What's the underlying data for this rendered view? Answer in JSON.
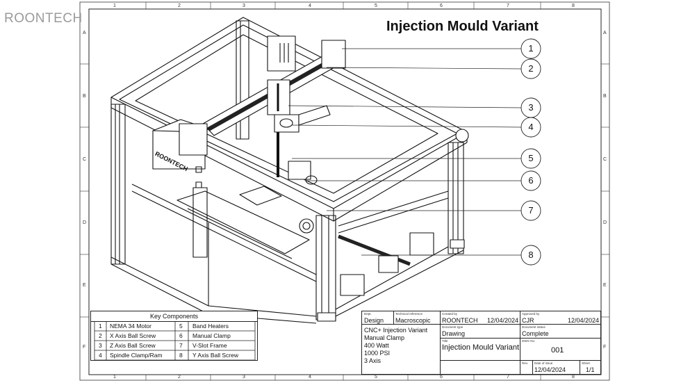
{
  "brand": {
    "logo_text": "ROONTECH"
  },
  "drawing": {
    "title": "Injection Mould Variant",
    "frame_marking_text": "ROONTECH",
    "column_numbers": [
      "1",
      "2",
      "3",
      "4",
      "5",
      "6",
      "7",
      "8"
    ],
    "row_letters": [
      "A",
      "B",
      "C",
      "D",
      "E",
      "F"
    ]
  },
  "balloons": [
    "1",
    "2",
    "3",
    "4",
    "5",
    "6",
    "7",
    "8"
  ],
  "key_components": {
    "heading": "Key Components",
    "rows": [
      {
        "n1": "1",
        "c1": "NEMA 34 Motor",
        "n2": "5",
        "c2": "Band Heaters"
      },
      {
        "n1": "2",
        "c1": "X Axis Ball Screw",
        "n2": "6",
        "c2": "Manual Clamp"
      },
      {
        "n1": "3",
        "c1": "Z Axis Ball Screw",
        "n2": "7",
        "c2": "V-Slot Frame"
      },
      {
        "n1": "4",
        "c1": "Spindle Clamp/Ram",
        "n2": "8",
        "c2": "Y Axis Ball Screw"
      }
    ]
  },
  "title_block": {
    "dept_label": "Dept.",
    "dept_value": "Design",
    "techref_label": "Technical reference",
    "techref_value": "Macroscopic",
    "created_label": "Created by",
    "created_value": "ROONTECH",
    "created_date": "12/04/2024",
    "approved_label": "Approved by",
    "approved_value": "CJR",
    "approved_date": "12/04/2024",
    "description_lines": [
      "CNC+ Injection Variant",
      "Manual Clamp",
      "400 Watt",
      "1000 PSI",
      "3 Axis"
    ],
    "doctype_label": "Document type",
    "doctype_value": "Drawing",
    "docstatus_label": "Document status",
    "docstatus_value": "Complete",
    "title_label": "Title",
    "title_value": "Injection Mould Variant",
    "dwgno_label": "DWG No.",
    "dwgno_value": "001",
    "rev_label": "Rev.",
    "issue_label": "Date of issue",
    "issue_value": "12/04/2024",
    "sheet_label": "Sheet",
    "sheet_value": "1/1"
  }
}
